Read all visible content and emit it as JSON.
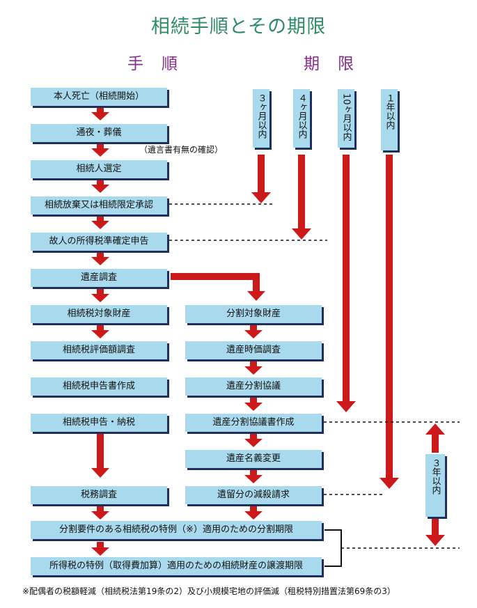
{
  "title": "相続手順とその期限",
  "headings": {
    "procedure": "手順",
    "deadline": "期限"
  },
  "left_column": {
    "death": "本人死亡（相続開始）",
    "funeral": "通夜・葬儀",
    "heir_selection": "相続人選定",
    "renunciation": "相続放棄又は相続限定承認",
    "tax_return": "故人の所得税準確定申告",
    "estate_survey": "遺産調査",
    "taxable_property": "相続税対象財産",
    "tax_valuation": "相続税評価額調査",
    "tax_declaration_prep": "相続税申告書作成",
    "tax_declaration_payment": "相続税申告・納税",
    "tax_audit": "税務調査"
  },
  "right_column": {
    "division_property": "分割対象財産",
    "market_value_survey": "遺産時価調査",
    "division_negotiation": "遺産分割協議",
    "division_agreement": "遺産分割協議書作成",
    "title_change": "遺産名義変更",
    "reserved_portion_claim": "遺留分の減殺請求"
  },
  "bottom": {
    "division_deadline": "分割要件のある相続税の特例（※）適用のための分割期限",
    "transfer_deadline": "所得税の特例（取得費加算）適用のための相続財産の譲渡期限"
  },
  "will_check_note": "（遺言書有無の確認）",
  "deadlines": {
    "three_months": "３ヶ月以内",
    "four_months": "４ヶ月以内",
    "ten_months": "10ヶ月以内",
    "one_year": "１年以内",
    "three_years": "３年以内"
  },
  "footnote": "※配偶者の税額軽減（相続税法第19条の2）及び小規模宅地の評価減（租税特別措置法第69条の3）",
  "colors": {
    "box_fill": "#a9d9ec",
    "box_shadow": "#1f2f5c",
    "arrow": "#cc1a1a",
    "title": "#2e8b66",
    "heading": "#8a2a8e"
  }
}
